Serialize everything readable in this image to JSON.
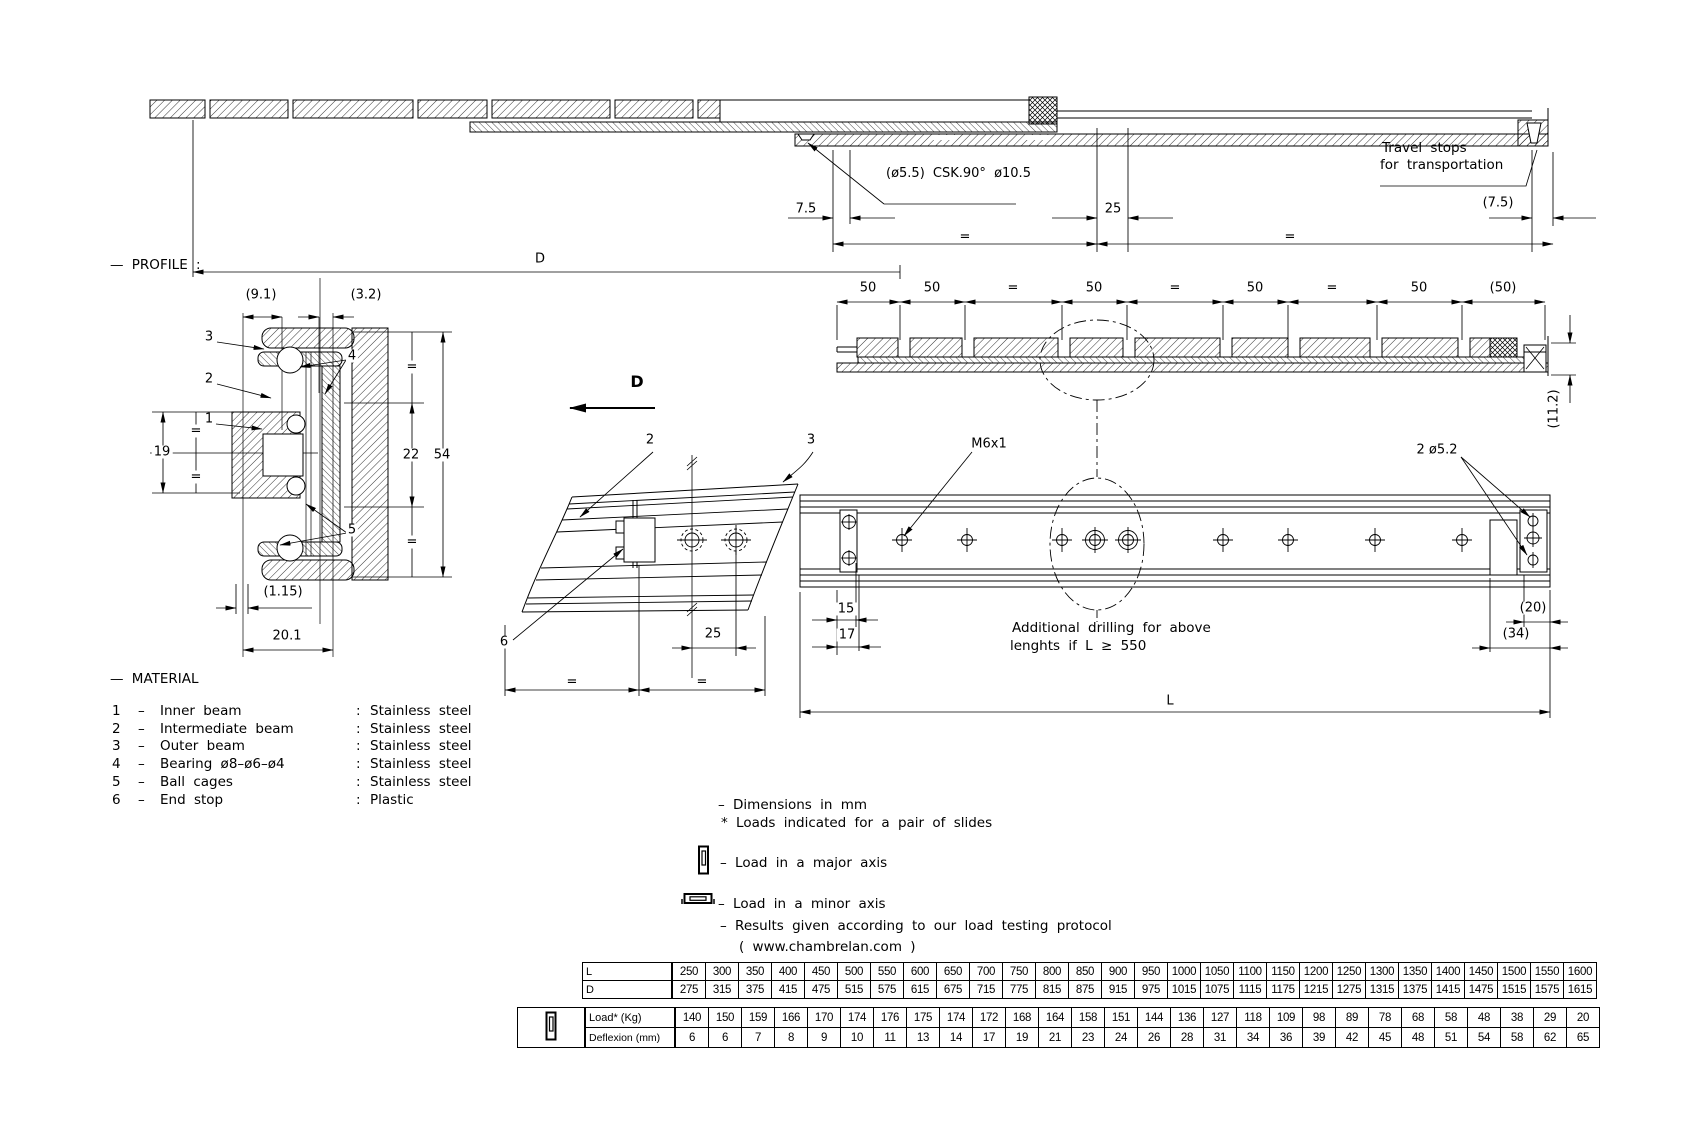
{
  "title_labels": {
    "profile_section": "—  PROFILE :",
    "material_section": "—  MATERIAL"
  },
  "extended_view": {
    "dim_first_hole": "7.5",
    "hole_spec": "(ø5.5) CSK.90° ø10.5",
    "dim_hole_pair": "25",
    "eq_left": "=",
    "eq_right": "=",
    "dim_last_hole": "(7.5)",
    "travel_stops_line1": "Travel stops",
    "travel_stops_line2": "for transportation",
    "extended_length": "D"
  },
  "closed_view": {
    "pitch": [
      "50",
      "50",
      "=",
      "50",
      "=",
      "50",
      "=",
      "50",
      "(50)"
    ],
    "dim_height": "(11.2)"
  },
  "holes_view": {
    "thread_spec": "M6x1",
    "end_holes_spec": "2 ø5.2",
    "dim_edge_hole": "15",
    "dim_edge_end": "17",
    "dim_end_20": "(20)",
    "dim_end_34": "(34)",
    "length_label": "L",
    "drill_note_line1": "Additional drilling for above",
    "drill_note_line2": "lenghts if L ≥ 550"
  },
  "detail_view": {
    "view_label": "D",
    "callout_intermediate": "2",
    "callout_outer": "3",
    "callout_end_stop": "6",
    "dim_hole_spacing": "25",
    "eq_left": "=",
    "eq_right": "="
  },
  "profile_view": {
    "callout_inner": "1",
    "callout_intermediate": "2",
    "callout_outer": "3",
    "callout_bearing": "4",
    "callout_ball_cage": "5",
    "dim_width_outer": "(9.1)",
    "dim_width_gap": "(3.2)",
    "dim_inner_height": "19",
    "dim_mid_height": "22",
    "dim_total_height": "54",
    "dim_wall": "(1.15)",
    "dim_total_width": "20.1",
    "eq": "="
  },
  "materials": {
    "dash": "–",
    "sep": ":",
    "items": [
      {
        "num": "1",
        "name": "Inner beam",
        "material": "Stainless steel"
      },
      {
        "num": "2",
        "name": "Intermediate beam",
        "material": "Stainless steel"
      },
      {
        "num": "3",
        "name": "Outer beam",
        "material": "Stainless steel"
      },
      {
        "num": "4",
        "name": "Bearing ø8–ø6–ø4",
        "material": "Stainless steel"
      },
      {
        "num": "5",
        "name": "Ball cages",
        "material": "Stainless steel"
      },
      {
        "num": "6",
        "name": "End stop",
        "material": "Plastic"
      }
    ]
  },
  "notes": {
    "dimensions": "–  Dimensions in mm",
    "loads_pair": "*  Loads indicated for a pair of slides",
    "major_axis": "–  Load in a major axis",
    "minor_axis": "–  Load in a minor axis",
    "protocol": "–  Results given according to our load testing protocol",
    "website": "(  www.chambrelan.com  )"
  },
  "chart_data": {
    "type": "table",
    "title": "Telescopic slide load table",
    "series": [
      {
        "name": "L",
        "values": [
          250,
          300,
          350,
          400,
          450,
          500,
          550,
          600,
          650,
          700,
          750,
          800,
          850,
          900,
          950,
          1000,
          1050,
          1100,
          1150,
          1200,
          1250,
          1300,
          1350,
          1400,
          1450,
          1500,
          1550,
          1600
        ]
      },
      {
        "name": "D",
        "values": [
          275,
          315,
          375,
          415,
          475,
          515,
          575,
          615,
          675,
          715,
          775,
          815,
          875,
          915,
          975,
          1015,
          1075,
          1115,
          1175,
          1215,
          1275,
          1315,
          1375,
          1415,
          1475,
          1515,
          1575,
          1615
        ]
      },
      {
        "name": "Load*  (Kg)",
        "values": [
          140,
          150,
          159,
          166,
          170,
          174,
          176,
          175,
          174,
          172,
          168,
          164,
          158,
          151,
          144,
          136,
          127,
          118,
          109,
          98,
          89,
          78,
          68,
          58,
          48,
          38,
          29,
          20
        ]
      },
      {
        "name": "Deflexion  (mm)",
        "values": [
          6,
          6,
          7,
          8,
          9,
          10,
          11,
          13,
          14,
          17,
          19,
          21,
          23,
          24,
          26,
          28,
          31,
          34,
          36,
          39,
          42,
          45,
          48,
          51,
          54,
          58,
          62,
          65
        ]
      }
    ]
  }
}
